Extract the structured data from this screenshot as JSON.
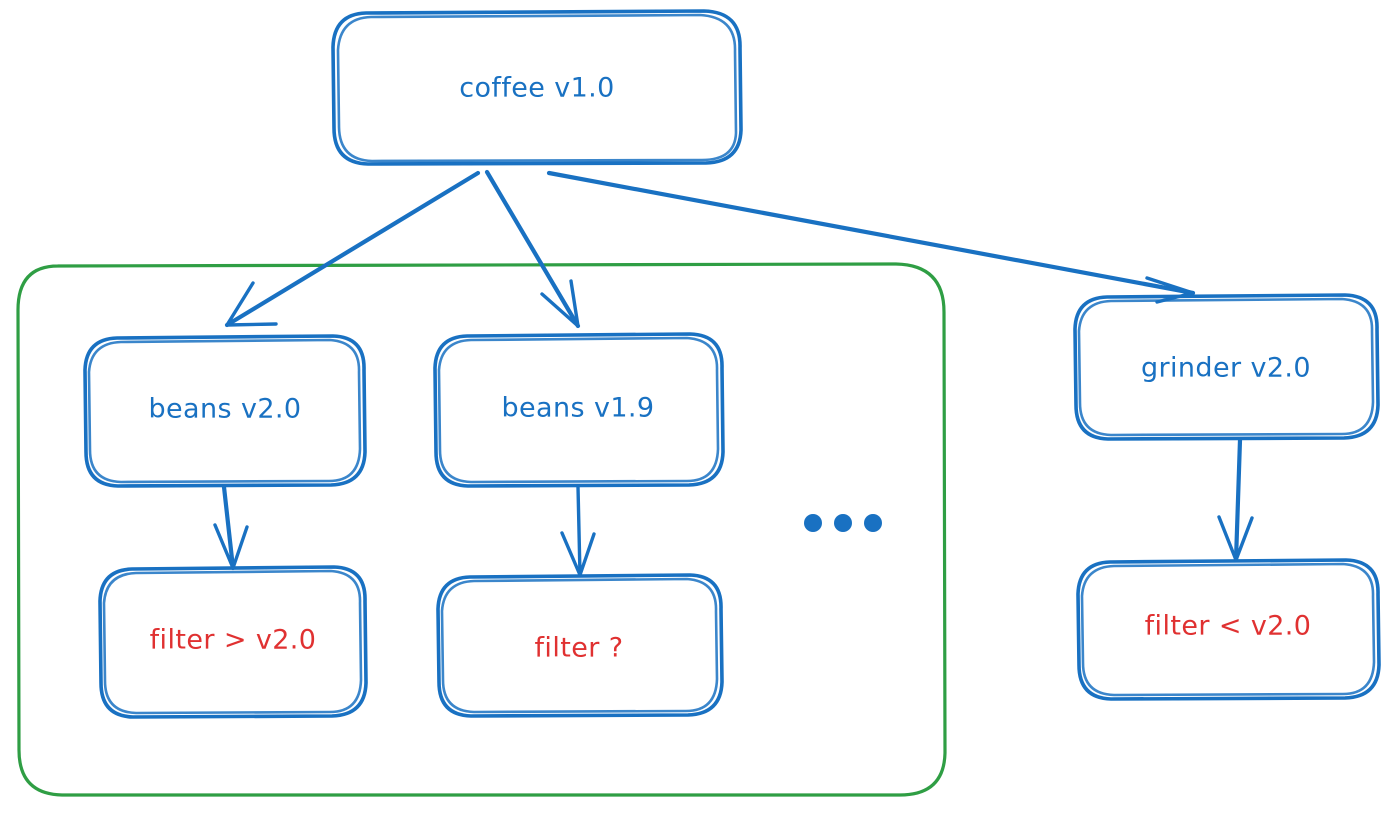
{
  "diagram": {
    "title": "coffee dependency resolution diagram",
    "style": "hand-drawn",
    "background": "#ffffff",
    "colors": {
      "node_stroke": "#1971c2",
      "node_label": "#1971c2",
      "conflict_label": "#e03131",
      "group_stroke": "#2f9e44"
    },
    "nodes": [
      {
        "id": "coffee",
        "label": "coffee v1.0",
        "color": "#1971c2"
      },
      {
        "id": "beans20",
        "label": "beans v2.0",
        "color": "#1971c2"
      },
      {
        "id": "beans19",
        "label": "beans v1.9",
        "color": "#1971c2"
      },
      {
        "id": "grinder20",
        "label": "grinder v2.0",
        "color": "#1971c2"
      },
      {
        "id": "filtergt",
        "label": "filter > v2.0",
        "color": "#e03131"
      },
      {
        "id": "filterq",
        "label": "filter ?",
        "color": "#e03131"
      },
      {
        "id": "filterlt",
        "label": "filter < v2.0",
        "color": "#e03131"
      }
    ],
    "edges": [
      {
        "from": "coffee",
        "to": "beans20"
      },
      {
        "from": "coffee",
        "to": "beans19"
      },
      {
        "from": "coffee",
        "to": "grinder20"
      },
      {
        "from": "beans20",
        "to": "filtergt"
      },
      {
        "from": "beans19",
        "to": "filterq"
      },
      {
        "from": "grinder20",
        "to": "filterlt"
      }
    ],
    "groups": [
      {
        "id": "candidates",
        "label": "",
        "color": "#2f9e44",
        "contains": [
          "beans20",
          "beans19",
          "filtergt",
          "filterq",
          "ellipsis"
        ]
      }
    ],
    "ellipsis": {
      "glyph": "...",
      "dots": 3,
      "color": "#1971c2"
    }
  }
}
